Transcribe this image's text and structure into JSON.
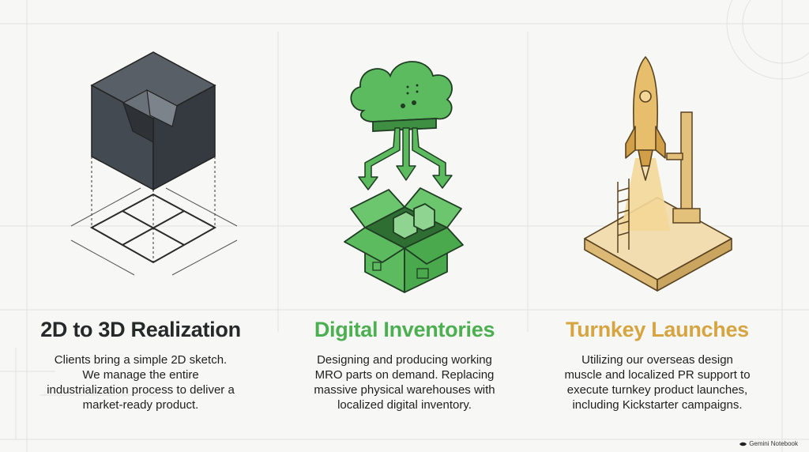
{
  "panels": [
    {
      "title": "2D to 3D Realization",
      "description": "Clients bring a simple 2D sketch. We manage the entire industrialization process to deliver a market-ready product.",
      "color": "#26282a",
      "icon": "isometric-block-icon"
    },
    {
      "title": "Digital Inventories",
      "description": "Designing and producing working MRO parts on demand. Replacing massive physical warehouses with localized digital inventory.",
      "color": "#4caf50",
      "icon": "cloud-to-box-icon"
    },
    {
      "title": "Turnkey Launches",
      "description": "Utilizing our overseas design muscle and localized PR support to execute turnkey product launches, including Kickstarter campaigns.",
      "color": "#d6a441",
      "icon": "rocket-launch-icon"
    }
  ],
  "brand": {
    "name": "Gemini Notebook"
  }
}
